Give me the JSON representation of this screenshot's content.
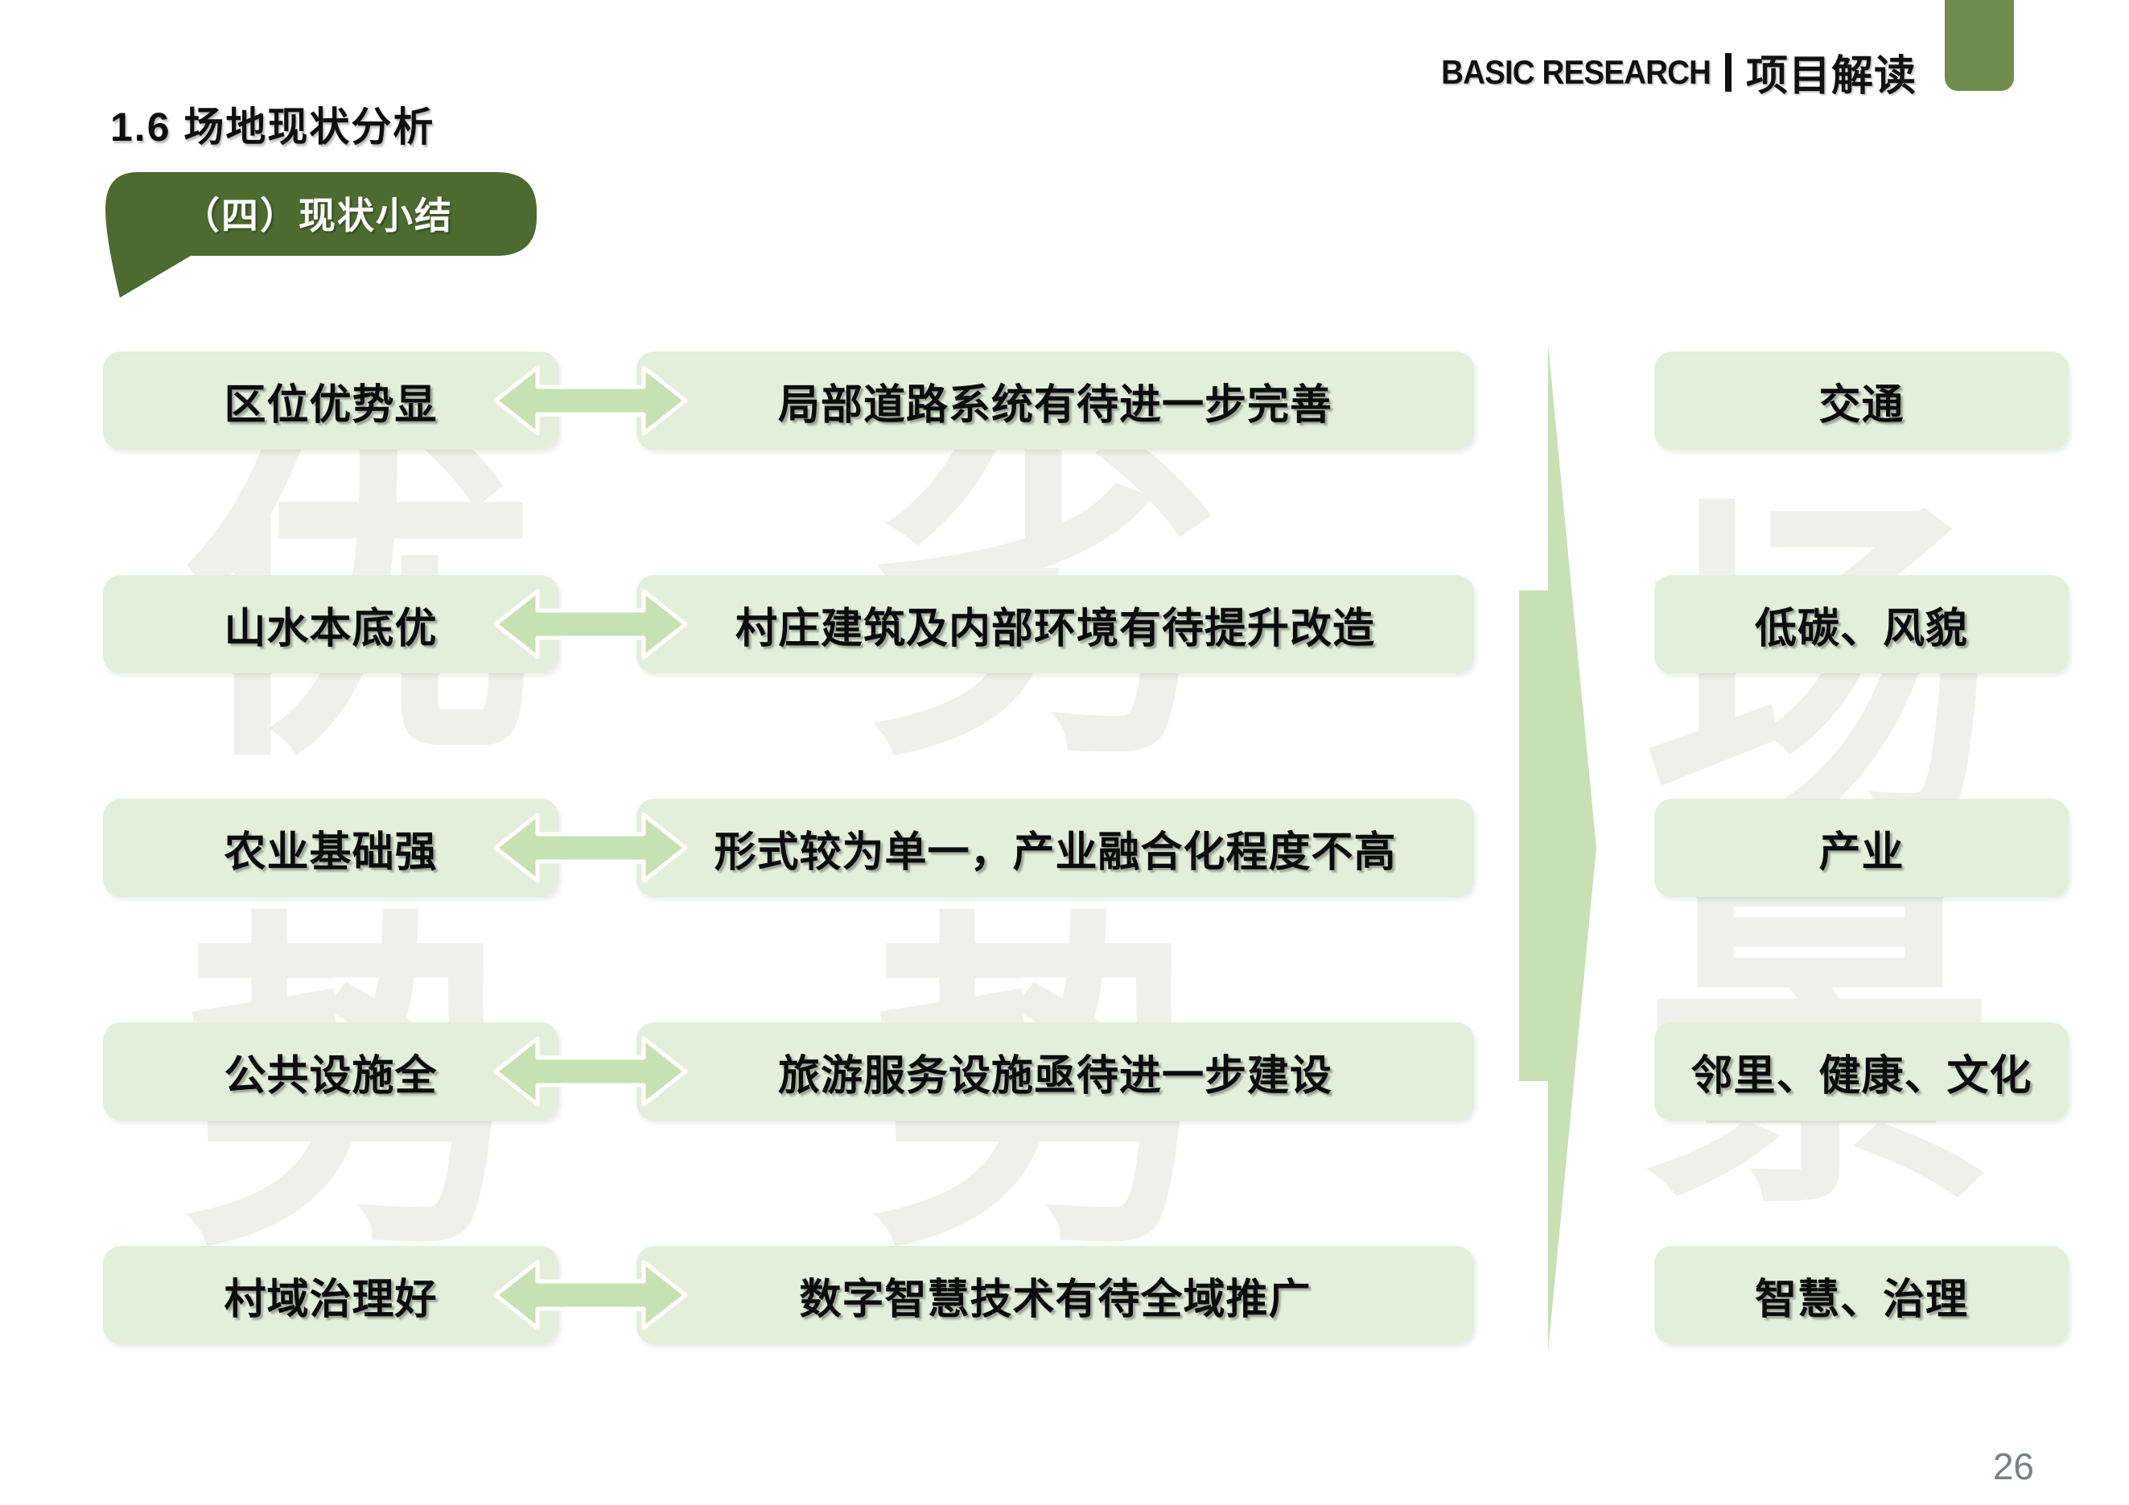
{
  "slide": {
    "title": "1.6 场地现状分析",
    "header_right": {
      "en": "BASIC RESEARCH",
      "zh": "项目解读"
    },
    "badge": "（四）现状小结",
    "page_number": "26"
  },
  "watermarks": {
    "strengths": [
      "优",
      "势"
    ],
    "weaknesses": [
      "劣",
      "势"
    ],
    "scenes": [
      "场",
      "景"
    ]
  },
  "rows": [
    {
      "strength": "区位优势显",
      "weakness": "局部道路系统有待进一步完善",
      "scene": "交通"
    },
    {
      "strength": "山水本底优",
      "weakness": "村庄建筑及内部环境有待提升改造",
      "scene": "低碳、风貌"
    },
    {
      "strength": "农业基础强",
      "weakness": "形式较为单一，产业融合化程度不高",
      "scene": "产业"
    },
    {
      "strength": "公共设施全",
      "weakness": "旅游服务设施亟待进一步建设",
      "scene": "邻里、健康、文化"
    },
    {
      "strength": "村域治理好",
      "weakness": "数字智慧技术有待全域推广",
      "scene": "智慧、治理"
    }
  ],
  "colors": {
    "box_fill": "#E2EFDA",
    "arrow_fill": "#C7E1B4",
    "badge_fill": "#4D6A31",
    "corner_square": "#6F8C4E",
    "watermark": "#EFEFED",
    "page_number_gray": "#7A8086"
  }
}
